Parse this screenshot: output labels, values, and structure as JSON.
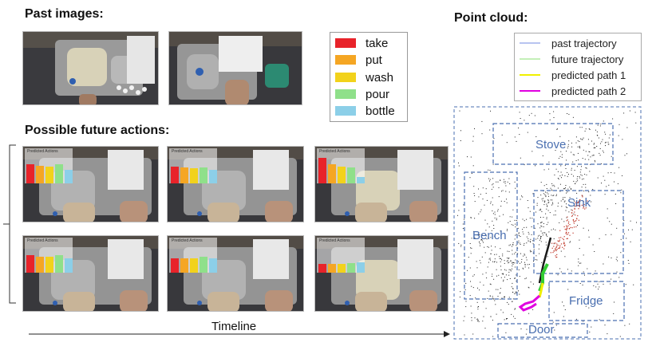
{
  "headings": {
    "past_images": "Past images:",
    "possible_future": "Possible future actions:",
    "point_cloud": "Point cloud:",
    "timeline": "Timeline"
  },
  "action_legend": [
    {
      "label": "take",
      "color": "#e8232a"
    },
    {
      "label": "put",
      "color": "#f5a623"
    },
    {
      "label": "wash",
      "color": "#f2d21b"
    },
    {
      "label": "pour",
      "color": "#8fe08a"
    },
    {
      "label": "bottle",
      "color": "#8ccfe8"
    }
  ],
  "predicted_actions_label": "Predicted Actions",
  "future_frames": [
    {
      "row": 1,
      "col": 1,
      "bars": [
        0.55,
        0.5,
        0.48,
        0.55,
        0.38
      ]
    },
    {
      "row": 1,
      "col": 2,
      "bars": [
        0.48,
        0.46,
        0.44,
        0.46,
        0.38
      ]
    },
    {
      "row": 1,
      "col": 3,
      "bars": [
        0.72,
        0.55,
        0.48,
        0.45,
        0.18
      ]
    },
    {
      "row": 2,
      "col": 1,
      "bars": [
        0.5,
        0.46,
        0.46,
        0.5,
        0.4
      ]
    },
    {
      "row": 2,
      "col": 2,
      "bars": [
        0.42,
        0.4,
        0.42,
        0.46,
        0.4
      ]
    },
    {
      "row": 2,
      "col": 3,
      "bars": [
        0.26,
        0.24,
        0.26,
        0.28,
        0.3
      ]
    }
  ],
  "point_cloud_legend": [
    {
      "label": "past trajectory",
      "color": "#b8c4f0"
    },
    {
      "label": "future trajectory",
      "color": "#c4f0b8"
    },
    {
      "label": "predicted path 1",
      "color": "#f0f000"
    },
    {
      "label": "predicted path 2",
      "color": "#e000e0"
    }
  ],
  "regions": {
    "stove": "Stove",
    "sink": "Sink",
    "bench": "Bench",
    "fridge": "Fridge",
    "door": "Door"
  },
  "colors": {
    "region_box": "#4a6fb0",
    "steel": "#8d8d8d",
    "counter": "#2f2f33"
  }
}
